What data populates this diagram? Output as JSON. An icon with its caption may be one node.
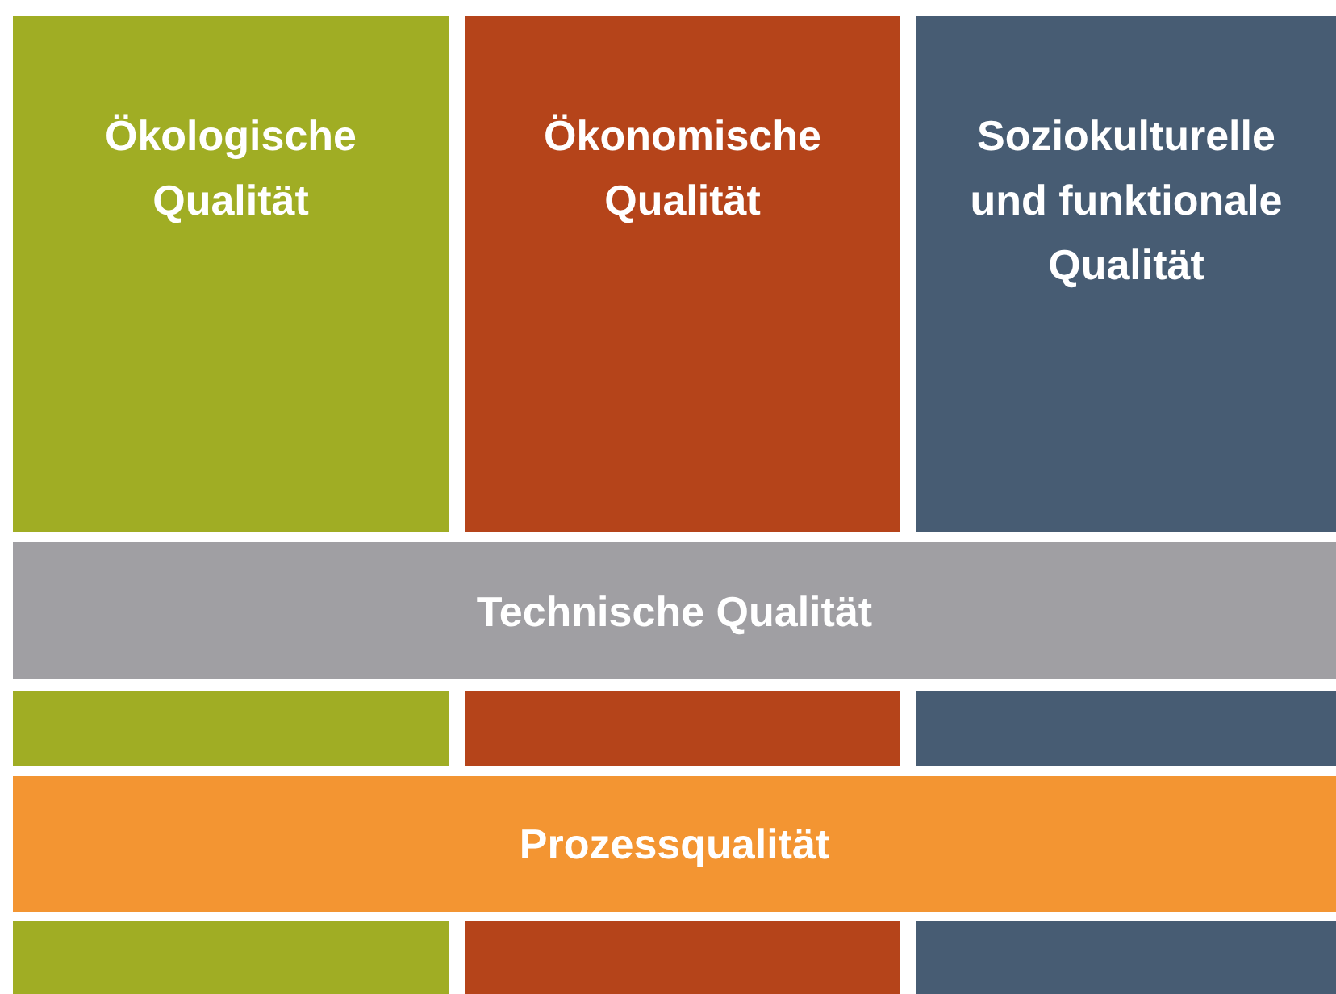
{
  "diagram": {
    "nodes": [
      {
        "text": [
          "Ökologische Qualität"
        ]
      },
      {
        "text": [
          "Ökonomische Qualität"
        ]
      },
      {
        "text": [
          "Soziokulturelle und funktionale Qualität"
        ]
      },
      {
        "text": [
          "Technische Qualität"
        ]
      },
      {
        "text": [],
        "shape": "box"
      },
      {
        "text": [],
        "shape": "box"
      },
      {
        "text": [],
        "shape": "box"
      },
      {
        "text": [
          "Prozessqualität"
        ]
      },
      {
        "text": [],
        "shape": "box"
      },
      {
        "text": [],
        "shape": "box"
      },
      {
        "text": [],
        "shape": "box"
      }
    ]
  }
}
